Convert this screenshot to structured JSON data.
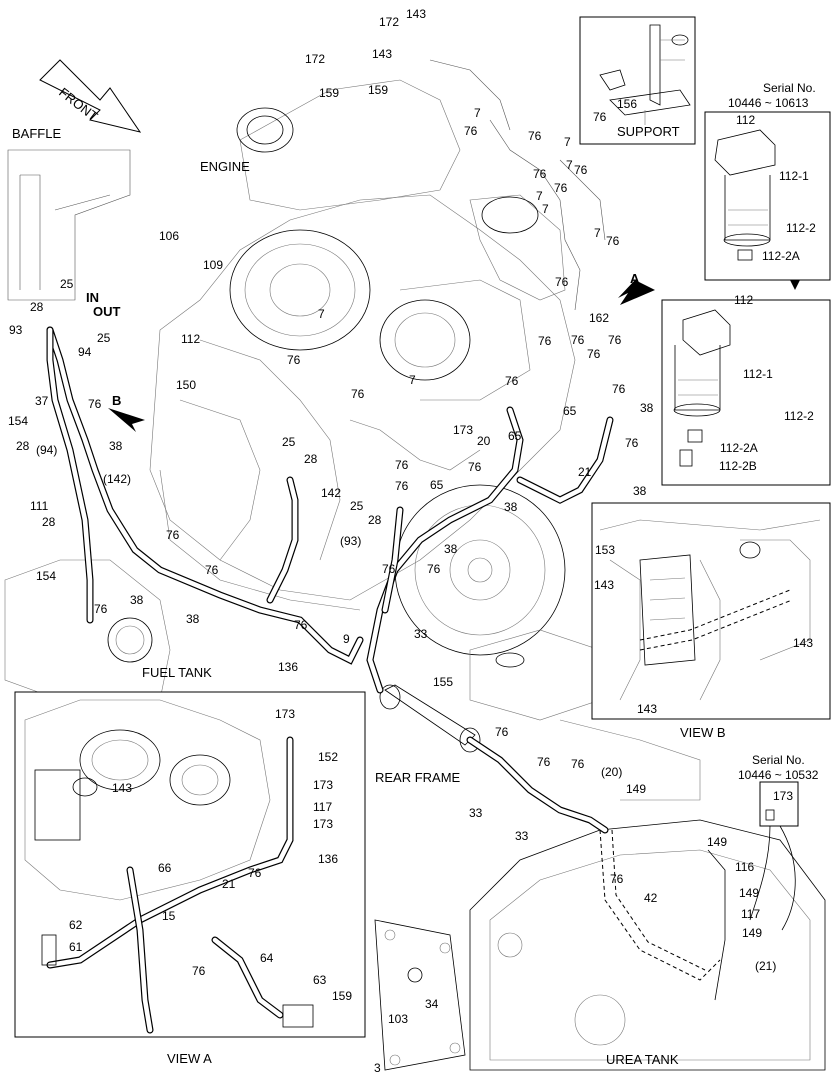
{
  "sections": {
    "baffle": "BAFFLE",
    "engine": "ENGINE",
    "front": "FRONT",
    "support": "SUPPORT",
    "fuel_tank": "FUEL TANK",
    "rear_frame": "REAR FRAME",
    "urea_tank": "UREA TANK",
    "view_a": "VIEW  A",
    "view_b": "VIEW  B",
    "arrow_a": "A",
    "arrow_b": "B",
    "in": "IN",
    "out": "OUT"
  },
  "serials": {
    "serial1_title": "Serial No.",
    "serial1_range": "10446 ~ 10613",
    "serial2_title": "Serial No.",
    "serial2_range": "10446 ~ 10532"
  },
  "callouts": [
    {
      "id": "c1",
      "text": "143"
    },
    {
      "id": "c2",
      "text": "172"
    },
    {
      "id": "c3",
      "text": "172"
    },
    {
      "id": "c4",
      "text": "143"
    },
    {
      "id": "c5",
      "text": "159"
    },
    {
      "id": "c6",
      "text": "159"
    },
    {
      "id": "c7",
      "text": "7"
    },
    {
      "id": "c8",
      "text": "76"
    },
    {
      "id": "c9",
      "text": "76"
    },
    {
      "id": "c10",
      "text": "7"
    },
    {
      "id": "c11",
      "text": "7"
    },
    {
      "id": "c12",
      "text": "76"
    },
    {
      "id": "c13",
      "text": "7"
    },
    {
      "id": "c14",
      "text": "76"
    },
    {
      "id": "c15",
      "text": "76"
    },
    {
      "id": "c16",
      "text": "7"
    },
    {
      "id": "c17",
      "text": "156"
    },
    {
      "id": "c18",
      "text": "76"
    },
    {
      "id": "c19",
      "text": "106"
    },
    {
      "id": "c20",
      "text": "109"
    },
    {
      "id": "c21",
      "text": "25"
    },
    {
      "id": "c22",
      "text": "28"
    },
    {
      "id": "c23",
      "text": "25"
    },
    {
      "id": "c24",
      "text": "93"
    },
    {
      "id": "c25",
      "text": "94"
    },
    {
      "id": "c26",
      "text": "112"
    },
    {
      "id": "c27",
      "text": "150"
    },
    {
      "id": "c28",
      "text": "37"
    },
    {
      "id": "c29",
      "text": "76"
    },
    {
      "id": "c30",
      "text": "154"
    },
    {
      "id": "c31",
      "text": "38"
    },
    {
      "id": "c32",
      "text": "28"
    },
    {
      "id": "c33",
      "text": "(94)"
    },
    {
      "id": "c34",
      "text": "111"
    },
    {
      "id": "c35",
      "text": "28"
    },
    {
      "id": "c36",
      "text": "(142)"
    },
    {
      "id": "c37",
      "text": "154"
    },
    {
      "id": "c38",
      "text": "76"
    },
    {
      "id": "c39",
      "text": "38"
    },
    {
      "id": "c40",
      "text": "76"
    },
    {
      "id": "c41",
      "text": "76"
    },
    {
      "id": "c42",
      "text": "38"
    },
    {
      "id": "c43",
      "text": "76"
    },
    {
      "id": "c44",
      "text": "136"
    },
    {
      "id": "c45",
      "text": "9"
    },
    {
      "id": "c46",
      "text": "7"
    },
    {
      "id": "c47",
      "text": "76"
    },
    {
      "id": "c48",
      "text": "7"
    },
    {
      "id": "c49",
      "text": "76"
    },
    {
      "id": "c50",
      "text": "25"
    },
    {
      "id": "c51",
      "text": "28"
    },
    {
      "id": "c52",
      "text": "142"
    },
    {
      "id": "c53",
      "text": "76"
    },
    {
      "id": "c54",
      "text": "76"
    },
    {
      "id": "c55",
      "text": "65"
    },
    {
      "id": "c56",
      "text": "25"
    },
    {
      "id": "c57",
      "text": "28"
    },
    {
      "id": "c58",
      "text": "38"
    },
    {
      "id": "c59",
      "text": "(93)"
    },
    {
      "id": "c60",
      "text": "38"
    },
    {
      "id": "c61",
      "text": "76"
    },
    {
      "id": "c62",
      "text": "76"
    },
    {
      "id": "c63",
      "text": "33"
    },
    {
      "id": "c64",
      "text": "173"
    },
    {
      "id": "c65",
      "text": "76"
    },
    {
      "id": "c66",
      "text": "20"
    },
    {
      "id": "c67",
      "text": "65"
    },
    {
      "id": "c68",
      "text": "76"
    },
    {
      "id": "c69",
      "text": "65"
    },
    {
      "id": "c70",
      "text": "21"
    },
    {
      "id": "c71",
      "text": "38"
    },
    {
      "id": "c72",
      "text": "76"
    },
    {
      "id": "c73",
      "text": "38"
    },
    {
      "id": "c74",
      "text": "76"
    },
    {
      "id": "c75",
      "text": "76"
    },
    {
      "id": "c76",
      "text": "162"
    },
    {
      "id": "c77",
      "text": "76"
    },
    {
      "id": "c78",
      "text": "76"
    },
    {
      "id": "c79",
      "text": "76"
    },
    {
      "id": "c80",
      "text": "112"
    },
    {
      "id": "c81",
      "text": "112-1"
    },
    {
      "id": "c82",
      "text": "112-2"
    },
    {
      "id": "c83",
      "text": "112-2A"
    },
    {
      "id": "c84",
      "text": "112"
    },
    {
      "id": "c85",
      "text": "112-1"
    },
    {
      "id": "c86",
      "text": "112-2"
    },
    {
      "id": "c87",
      "text": "112-2A"
    },
    {
      "id": "c88",
      "text": "112-2B"
    },
    {
      "id": "c89",
      "text": "153"
    },
    {
      "id": "c90",
      "text": "143"
    },
    {
      "id": "c91",
      "text": "143"
    },
    {
      "id": "c92",
      "text": "143"
    },
    {
      "id": "c93",
      "text": "155"
    },
    {
      "id": "c94",
      "text": "76"
    },
    {
      "id": "c95",
      "text": "76"
    },
    {
      "id": "c96",
      "text": "33"
    },
    {
      "id": "c97",
      "text": "33"
    },
    {
      "id": "c98",
      "text": "76"
    },
    {
      "id": "c99",
      "text": "(20)"
    },
    {
      "id": "c100",
      "text": "149"
    },
    {
      "id": "c101",
      "text": "173"
    },
    {
      "id": "c102",
      "text": "149"
    },
    {
      "id": "c103",
      "text": "116"
    },
    {
      "id": "c104",
      "text": "149"
    },
    {
      "id": "c105",
      "text": "117"
    },
    {
      "id": "c106",
      "text": "149"
    },
    {
      "id": "c107",
      "text": "(21)"
    },
    {
      "id": "c108",
      "text": "76"
    },
    {
      "id": "c109",
      "text": "42"
    },
    {
      "id": "c110",
      "text": "103"
    },
    {
      "id": "c111",
      "text": "34"
    },
    {
      "id": "c112",
      "text": "3"
    },
    {
      "id": "c113",
      "text": "173"
    },
    {
      "id": "c114",
      "text": "152"
    },
    {
      "id": "c115",
      "text": "143"
    },
    {
      "id": "c116",
      "text": "173"
    },
    {
      "id": "c117",
      "text": "117"
    },
    {
      "id": "c118",
      "text": "173"
    },
    {
      "id": "c119",
      "text": "136"
    },
    {
      "id": "c120",
      "text": "66"
    },
    {
      "id": "c121",
      "text": "76"
    },
    {
      "id": "c122",
      "text": "21"
    },
    {
      "id": "c123",
      "text": "15"
    },
    {
      "id": "c124",
      "text": "62"
    },
    {
      "id": "c125",
      "text": "61"
    },
    {
      "id": "c126",
      "text": "76"
    },
    {
      "id": "c127",
      "text": "64"
    },
    {
      "id": "c128",
      "text": "63"
    },
    {
      "id": "c129",
      "text": "159"
    },
    {
      "id": "c130",
      "text": "76"
    },
    {
      "id": "c131",
      "text": "7"
    },
    {
      "id": "c132",
      "text": "76"
    }
  ]
}
